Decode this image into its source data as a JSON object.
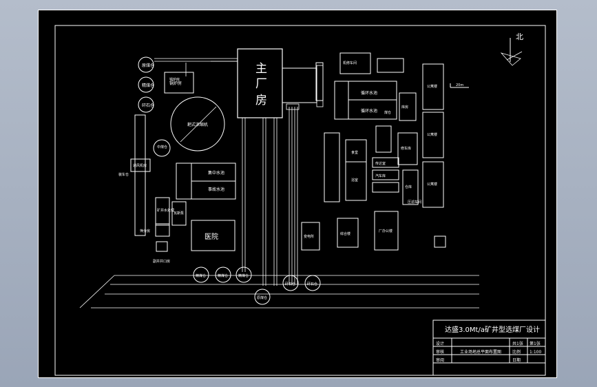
{
  "north": {
    "label": "北"
  },
  "main_building": {
    "line1": "主",
    "line2": "厂",
    "line3": "房"
  },
  "hospital": {
    "label": "医院"
  },
  "circle_thickener": {
    "label": "耙式浓缩机"
  },
  "tall_bins_right": {
    "label": "煤仓"
  },
  "warehouse_labels": [
    "公寓楼",
    "公寓楼",
    "公寓楼",
    "库房",
    "修车库",
    "仓库",
    "机修车间",
    "循环水池",
    "循环水池",
    "综合楼",
    "汽车库",
    "厂办公楼",
    "变电所",
    "压滤车间",
    "锅炉房",
    "集中水池",
    "事故水池"
  ],
  "bin_circles": [
    {
      "label": "原煤仓"
    },
    {
      "label": "精煤仓"
    },
    {
      "label": "矸石仓"
    },
    {
      "label": "中煤仓"
    }
  ],
  "rail_circles": [
    {
      "label": "精煤仓"
    },
    {
      "label": "精煤仓"
    },
    {
      "label": "精煤仓"
    },
    {
      "label": "原煤仓"
    },
    {
      "label": "矸石仓"
    },
    {
      "label": "矸石仓"
    }
  ],
  "title_block": {
    "title": "达盛3.0Mt/a矿井型选煤厂设计",
    "drawing_name": "工业场地总平面布置图",
    "row_labels": [
      "设计",
      "审核",
      "审阅"
    ],
    "sheet_label": "共1张",
    "sheet_no": "第1张",
    "scale_label": "比例",
    "scale_value": "1:100",
    "date_label": "日期"
  },
  "scale_bar": {
    "label": "20m"
  },
  "misc_labels": {
    "vertical_left": "装车仓",
    "small_box": "锅炉房",
    "left_box": "通风机房",
    "lower_left_a": "矿井水处理",
    "lower_left_b": "瓦斯泵",
    "lower_left_c": "副井井口房",
    "left_label": "筛分房",
    "mid_a": "食堂",
    "mid_b": "浴室",
    "right_small": "传达室"
  }
}
